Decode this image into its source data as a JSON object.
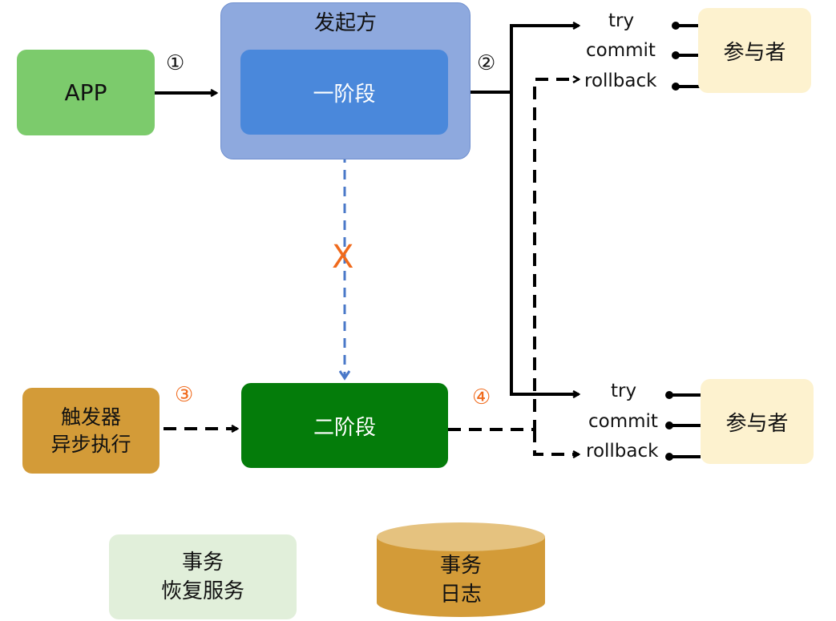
{
  "app": {
    "label": "APP"
  },
  "initiator": {
    "title": "发起方"
  },
  "phase_one": {
    "label": "一阶段"
  },
  "phase_two": {
    "label": "二阶段"
  },
  "trigger": {
    "line1": "触发器",
    "line2": "异步执行"
  },
  "participants": [
    {
      "label": "参与者",
      "ops": [
        "try",
        "commit",
        "rollback"
      ]
    },
    {
      "label": "参与者",
      "ops": [
        "try",
        "commit",
        "rollback"
      ]
    }
  ],
  "steps": {
    "s1": "①",
    "s2": "②",
    "s3": "③",
    "s4": "④"
  },
  "fail_mark": "X",
  "recovery": {
    "line1": "事务",
    "line2": "恢复服务"
  },
  "tx_log": {
    "line1": "事务",
    "line2": "日志"
  },
  "colors": {
    "app": "#7ccb6c",
    "initiator": "#8ea9de",
    "phase_one": "#4a88db",
    "phase_two": "#047c0a",
    "trigger": "#d39b38",
    "participant": "#fdf2cf",
    "recovery": "#e1efda",
    "tx_log": "#d39b38",
    "tx_log_top": "#e5c27f",
    "accent_orange": "#f06a1c",
    "dashed_blue": "#4a78c8"
  }
}
